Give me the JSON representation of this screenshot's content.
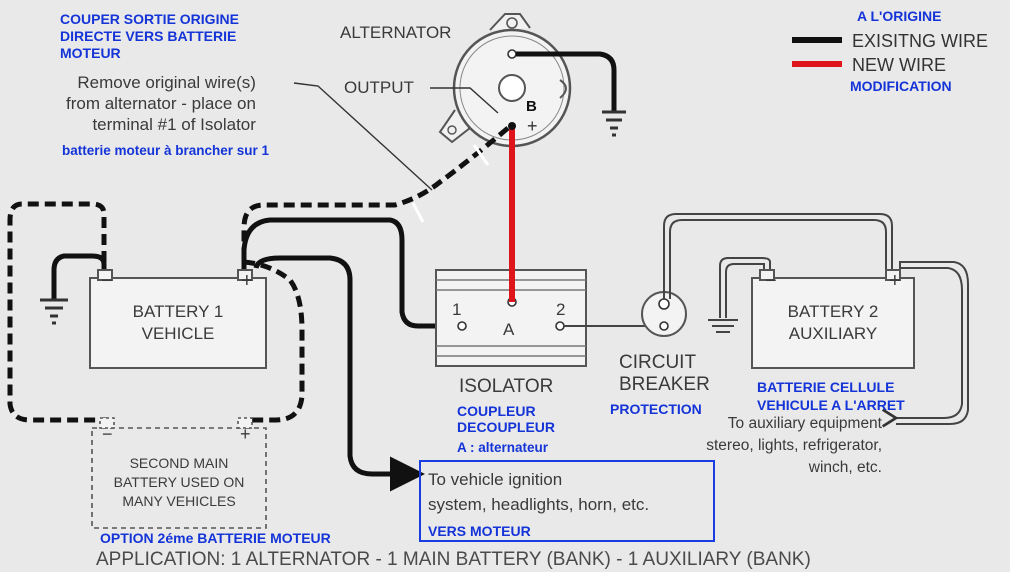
{
  "notes": {
    "couper": "COUPER SORTIE ORIGINE\nDIRECTE VERS BATTERIE\nMOTEUR",
    "batterie_moteur": "batterie moteur à brancher sur 1",
    "a_origine": "A L'ORIGINE",
    "modification": "MODIFICATION",
    "coupleur": "COUPLEUR\nDECOUPLEUR",
    "a_alternateur": "A : alternateur",
    "protection": "PROTECTION",
    "batterie_cellule": "BATTERIE CELLULE\nVEHICULE A L'ARRET",
    "vers_moteur": "VERS MOTEUR",
    "option": "OPTION 2éme BATTERIE MOTEUR"
  },
  "labels": {
    "alternator": "ALTERNATOR",
    "output": "OUTPUT",
    "remove": "Remove original wire(s)\nfrom alternator - place on\nterminal #1 of Isolator",
    "b_terminal": "B",
    "plus": "+",
    "minus": "−",
    "battery1": "BATTERY 1\nVEHICLE",
    "battery2": "BATTERY 2\nAUXILIARY",
    "second_battery": "SECOND MAIN\nBATTERY USED ON\nMANY VEHICLES",
    "isolator": "ISOLATOR",
    "iso_1": "1",
    "iso_a": "A",
    "iso_2": "2",
    "circuit_breaker": "CIRCUIT\nBREAKER",
    "auxiliary_equipment": "To auxiliary equipment\nstereo, lights, refrigerator,\nwinch, etc.",
    "ignition": "To vehicle ignition\nsystem, headlights, horn, etc.",
    "application": "APPLICATION: 1 ALTERNATOR - 1 MAIN BATTERY (BANK) - 1 AUXILIARY (BANK)"
  },
  "legend": {
    "existing": "EXISITNG WIRE",
    "new": "NEW WIRE",
    "existing_color": "#111111",
    "new_color": "#e0141c"
  },
  "colors": {
    "annotation_blue": "#1434d8",
    "new_wire": "#e0141c",
    "wire": "#111111"
  }
}
